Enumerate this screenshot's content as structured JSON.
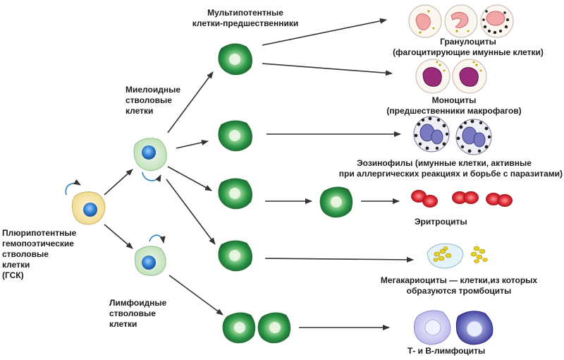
{
  "labels": {
    "multipotent": [
      "Мультипотентные",
      "клетки-предшественники"
    ],
    "myeloid": [
      "Миелоидные",
      "стволовые",
      "клетки"
    ],
    "lymphoid": [
      "Лимфоидные",
      "стволовые",
      "клетки"
    ],
    "hsc": [
      "Плюрипотентные",
      "гемопоэтические",
      "стволовые",
      "клетки",
      "(ГСК)"
    ],
    "granulocytes": [
      "Гранулоциты",
      "(фагоцитирующие имунные клетки)"
    ],
    "monocytes": [
      "Моноциты",
      "(предшественники макрофагов)"
    ],
    "eosinophils": [
      "Эозинофилы  (имунные клетки, активные",
      "при аллергических реакциях и борьбе с паразитами)"
    ],
    "erythrocytes": "Эритроциты",
    "megakaryocytes": [
      "Мегакариоциты — клетки,из которых",
      "образуются тромбоциты"
    ],
    "lymphocytes": "Т- и В-лимфоциты"
  },
  "colors": {
    "progenitor_green": "#2f9a4a",
    "stem_green_light": "#d6ecd2",
    "hsc_yellow": "#f8e9b8",
    "nucleus_blue": "#2f7fd1",
    "arrow": "#333333",
    "rbc_red": "#e0303a",
    "granulocyte_pink": "#f3a6a6",
    "monocyte_purple": "#9a2a7a",
    "platelet_yellow": "#e8d020",
    "lymph_light": "#c9c8ef",
    "lymph_dark": "#4848a8"
  }
}
